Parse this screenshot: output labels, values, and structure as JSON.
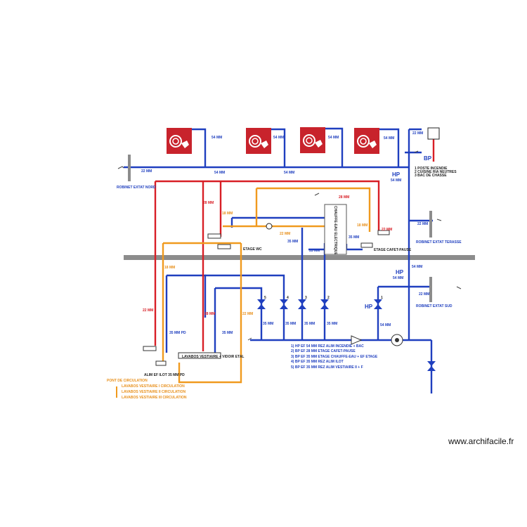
{
  "watermark": "www.archifacile.fr",
  "labels": {
    "d54_a": "54 MM",
    "d54_b": "54 MM",
    "d54_c": "54 MM",
    "d54_d": "54 MM",
    "d54_main1": "54 MM",
    "d54_main2": "54 MM",
    "d54_hp1": "54 MM",
    "d54_hp2": "54 MM",
    "d54_right": "54 MM",
    "d54_low": "54 MM",
    "d22_bp": "22 MM",
    "d22_left": "22 MM",
    "d22_terrace": "22 MM",
    "d22_sud": "22 MM",
    "d22_cafet": "22 MM",
    "d22_wc": "22 MM",
    "d22_red_low": "22 MM",
    "d22_orange_low": "22 MM",
    "d28_red_top": "28 MM",
    "d28_red_mid": "28 MM",
    "d28_red_right": "28 MM",
    "d18_orange_a": "18 MM",
    "d18_orange_b": "18 MM",
    "d18_orange_c": "18 MM",
    "d35_pd": "35 MM PD",
    "d35_a": "35 MM",
    "d35_b": "35 MM",
    "d35_c": "35 MM",
    "d35_d": "35 MM",
    "d35_e": "35 MM",
    "d35_f": "35 MM",
    "d35_blue_mid": "35 MM",
    "d35_blue_right": "35 MM",
    "hp1": "HP",
    "hp2": "HP",
    "hp3": "HP",
    "bp": "BP",
    "robinet_nord": "ROBINET EXTAT NORD",
    "robinet_terrasse": "ROBINET EXTAT TERASSE",
    "robinet_sud": "ROBINET EXTAT SUD",
    "etage_wc": "ETAGE WC",
    "etage_cafet": "ETAGE CAFET-PAUSE",
    "chauffe_eau": "CHAUFFE-EAU ELECTRIQUE",
    "lavabos_vestiaire": "LAVABOS VESTIAIRE + VIDOIR ETAL",
    "alim_ilot": "ALIM EF ILOT 35 MM PD",
    "bp_notes": [
      "1 POSTE INCENDIE",
      "2 CUISINE RIA NEUTRES",
      "3 BAC DE CHASSE"
    ],
    "valve_numbers": [
      "5",
      "4",
      "3",
      "2",
      "1"
    ],
    "legend_blue": [
      "1) HP EF 54 MM REZ ALIM INCENDIE + BAC",
      "2) BP EF 28 MM ETAGE CAFET-PAUSE",
      "3) BP EF 35 MM ETAGE CHAUFFE-EAU + EF ETAGE",
      "4) BP EF 35 MM REZ ALIM ILOT",
      "5) BP EF 35 MM REZ ALIM VESTIAIRE II + F"
    ],
    "legend_orange_title": "PONT DE CIRCULATION",
    "legend_orange": [
      "LAVABOS VESTIAIRE I CIRCULATION",
      "LAVABOS VESTIAIRE II CIRCULATION",
      "LAVABOS VESTIAIRE III CIRCULATION"
    ]
  },
  "colors": {
    "blue": "#1f3fbf",
    "red": "#d81f26",
    "orange": "#f09a1e",
    "grey": "#8c8c8c",
    "fire_sign": "#c8232c"
  },
  "icons": [
    "fire-hose-sign",
    "gate-valve",
    "faucet-icon",
    "pump-icon",
    "check-valve",
    "meter-box"
  ]
}
